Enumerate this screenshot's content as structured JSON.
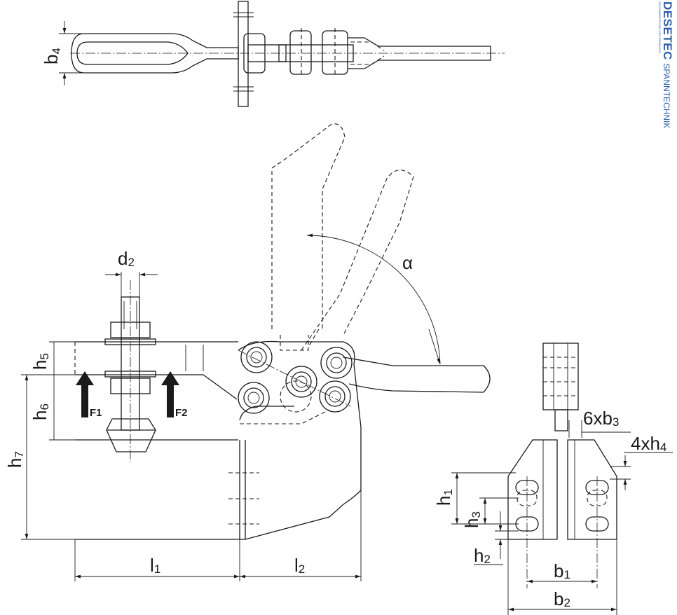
{
  "brand": {
    "name": "DESETEC",
    "subtitle": "SPANNTECHNIK",
    "tagline": "SPANNWERKZEUGE UND NORMALIEN",
    "color": "#2f5fa8"
  },
  "labels": {
    "b4": {
      "main": "b",
      "sub": "4"
    },
    "d2": {
      "main": "d",
      "sub": "2"
    },
    "alpha": "α",
    "h5": {
      "main": "h",
      "sub": "5"
    },
    "h6": {
      "main": "h",
      "sub": "6"
    },
    "h7": {
      "main": "h",
      "sub": "7"
    },
    "l1": {
      "main": "l",
      "sub": "1"
    },
    "l2": {
      "main": "l",
      "sub": "2"
    },
    "f1": "F1",
    "f2": "F2",
    "b3": {
      "main": "6xb",
      "sub": "3"
    },
    "h4": {
      "main": "4xh",
      "sub": "4"
    },
    "h1": {
      "main": "h",
      "sub": "1"
    },
    "h3": {
      "main": "h",
      "sub": "3"
    },
    "h2": {
      "main": "h",
      "sub": "2"
    },
    "b1": {
      "main": "b",
      "sub": "1"
    },
    "b2": {
      "main": "b",
      "sub": "2"
    }
  }
}
